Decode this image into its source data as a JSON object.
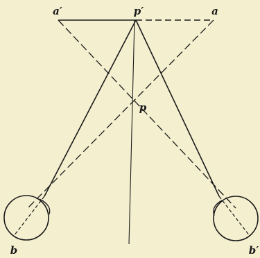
{
  "labels": {
    "a_prime": "a′",
    "p_prime": "p′",
    "a": "a",
    "p": "p",
    "b_left": "b",
    "b_right": "b′"
  },
  "colors": {
    "paper": "#f4efcf",
    "ink": "#1b1b1b"
  }
}
